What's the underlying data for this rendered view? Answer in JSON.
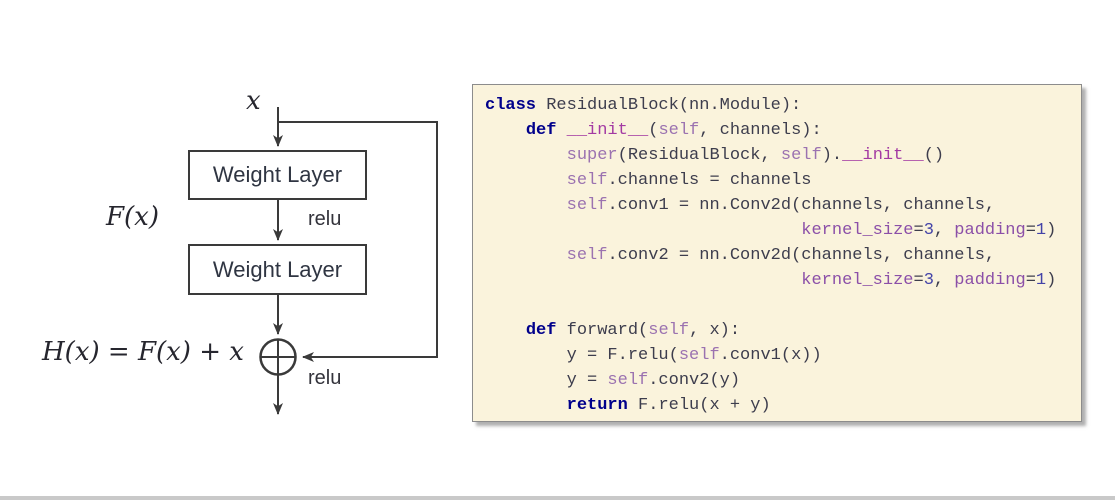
{
  "diagram": {
    "input_label": "x",
    "box1_label": "Weight Layer",
    "box2_label": "Weight Layer",
    "f_label": "F(x)",
    "relu_mid_label": "relu",
    "output_equation": "H(x) = F(x) + x",
    "relu_out_label": "relu",
    "line_color": "#3a3a3a"
  },
  "code": {
    "background": "#faf3dc",
    "border_color": "#8c8c8c",
    "token_colors": {
      "kw": "#00008b",
      "dunder": "#a33aa3",
      "builtin": "#9b72b0",
      "kwarg": "#8b4fa8",
      "num": "#4343a8",
      "plain": "#3d3d4d"
    },
    "lines": [
      [
        [
          "kw",
          "class"
        ],
        [
          "plain",
          " ResidualBlock(nn.Module):"
        ]
      ],
      [
        [
          "plain",
          "    "
        ],
        [
          "kw",
          "def"
        ],
        [
          "plain",
          " "
        ],
        [
          "dunder",
          "__init__"
        ],
        [
          "plain",
          "("
        ],
        [
          "builtin",
          "self"
        ],
        [
          "plain",
          ", channels):"
        ]
      ],
      [
        [
          "plain",
          "        "
        ],
        [
          "builtin",
          "super"
        ],
        [
          "plain",
          "(ResidualBlock, "
        ],
        [
          "builtin",
          "self"
        ],
        [
          "plain",
          ")."
        ],
        [
          "dunder",
          "__init__"
        ],
        [
          "plain",
          "()"
        ]
      ],
      [
        [
          "plain",
          "        "
        ],
        [
          "builtin",
          "self"
        ],
        [
          "plain",
          ".channels = channels"
        ]
      ],
      [
        [
          "plain",
          "        "
        ],
        [
          "builtin",
          "self"
        ],
        [
          "plain",
          ".conv1 = nn.Conv2d(channels, channels,"
        ]
      ],
      [
        [
          "plain",
          "                               "
        ],
        [
          "kwarg",
          "kernel_size"
        ],
        [
          "plain",
          "="
        ],
        [
          "num",
          "3"
        ],
        [
          "plain",
          ", "
        ],
        [
          "kwarg",
          "padding"
        ],
        [
          "plain",
          "="
        ],
        [
          "num",
          "1"
        ],
        [
          "plain",
          ")"
        ]
      ],
      [
        [
          "plain",
          "        "
        ],
        [
          "builtin",
          "self"
        ],
        [
          "plain",
          ".conv2 = nn.Conv2d(channels, channels,"
        ]
      ],
      [
        [
          "plain",
          "                               "
        ],
        [
          "kwarg",
          "kernel_size"
        ],
        [
          "plain",
          "="
        ],
        [
          "num",
          "3"
        ],
        [
          "plain",
          ", "
        ],
        [
          "kwarg",
          "padding"
        ],
        [
          "plain",
          "="
        ],
        [
          "num",
          "1"
        ],
        [
          "plain",
          ")"
        ]
      ],
      [],
      [
        [
          "plain",
          "    "
        ],
        [
          "kw",
          "def"
        ],
        [
          "plain",
          " forward("
        ],
        [
          "builtin",
          "self"
        ],
        [
          "plain",
          ", x):"
        ]
      ],
      [
        [
          "plain",
          "        y = F.relu("
        ],
        [
          "builtin",
          "self"
        ],
        [
          "plain",
          ".conv1(x))"
        ]
      ],
      [
        [
          "plain",
          "        y = "
        ],
        [
          "builtin",
          "self"
        ],
        [
          "plain",
          ".conv2(y)"
        ]
      ],
      [
        [
          "plain",
          "        "
        ],
        [
          "kw",
          "return"
        ],
        [
          "plain",
          " F.relu(x + y)"
        ]
      ]
    ]
  },
  "footer": {
    "divider_color": "#c9c9c9"
  }
}
